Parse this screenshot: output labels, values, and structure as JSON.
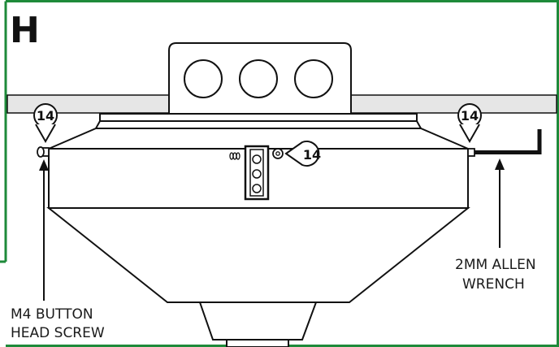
{
  "panel": {
    "letter": "H",
    "border_color": "#1e8a3a"
  },
  "callouts": [
    "14",
    "14",
    "14"
  ],
  "labels": {
    "screw_line1": "M4 BUTTON",
    "screw_line2": "HEAD SCREW",
    "wrench_line1": "2MM ALLEN",
    "wrench_line2": "WRENCH"
  },
  "colors": {
    "line": "#111111",
    "ceiling_fill": "#e6e6e6",
    "accent": "#1e8a3a"
  }
}
